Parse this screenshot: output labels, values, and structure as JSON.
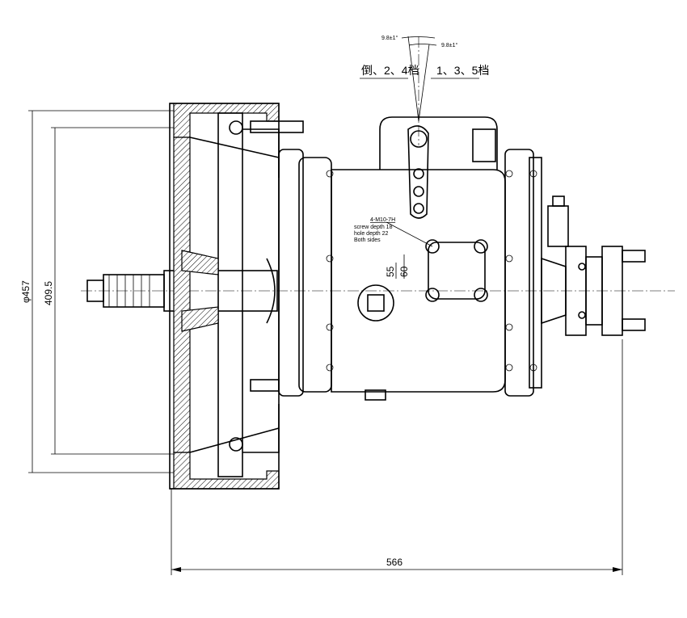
{
  "drawing": {
    "title": "Gearbox assembly outline drawing",
    "dimensions": {
      "outer_diameter": "φ457",
      "pilot_diameter": "409.5",
      "overall_length": "566",
      "dim_55": "55",
      "dim_60": "60",
      "angle_left": "9.8±1°",
      "angle_right": "9.8±1°"
    },
    "shift_labels": {
      "left": "倒、2、4档",
      "right": "1、3、5档"
    },
    "note": {
      "thread": "4-M10-7H",
      "line1": "screw depth 18",
      "line2": "hole depth 22",
      "line3": "Both sides"
    }
  }
}
